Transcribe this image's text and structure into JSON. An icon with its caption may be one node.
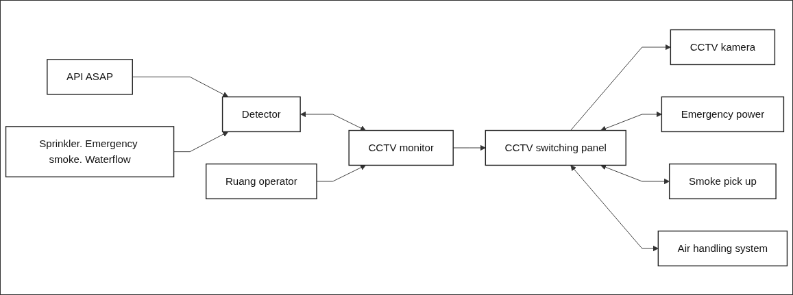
{
  "diagram": {
    "nodes": [
      {
        "text": [
          "API ASAP"
        ]
      },
      {
        "text": [
          "Detector"
        ]
      },
      {
        "text": [
          "Sprinkler. Emergency smoke. Waterflow"
        ]
      },
      {
        "text": [
          "Emergency power"
        ]
      },
      {
        "text": [
          "Ruang operator"
        ]
      },
      {
        "text": [
          "CCTV monitor"
        ]
      },
      {
        "text": [
          "CCTV switching panel"
        ]
      },
      {
        "text": [
          "Smoke pick up"
        ]
      },
      {
        "text": [
          "CCTV kamera"
        ]
      },
      {
        "text": [
          "Air handling system"
        ]
      }
    ],
    "edges": [
      {
        "from": 0,
        "to": 1,
        "arrow": "to"
      },
      {
        "from": 2,
        "to": 1,
        "arrow": "to"
      },
      {
        "from": 1,
        "to": 5,
        "arrow": "both"
      },
      {
        "from": 4,
        "to": 5,
        "arrow": "to"
      },
      {
        "from": 5,
        "to": 6,
        "arrow": "to"
      },
      {
        "from": 6,
        "to": 8,
        "arrow": "to"
      },
      {
        "from": 6,
        "to": 3,
        "arrow": "both"
      },
      {
        "from": 6,
        "to": 7,
        "arrow": "both"
      },
      {
        "from": 6,
        "to": 9,
        "arrow": "both"
      }
    ]
  }
}
